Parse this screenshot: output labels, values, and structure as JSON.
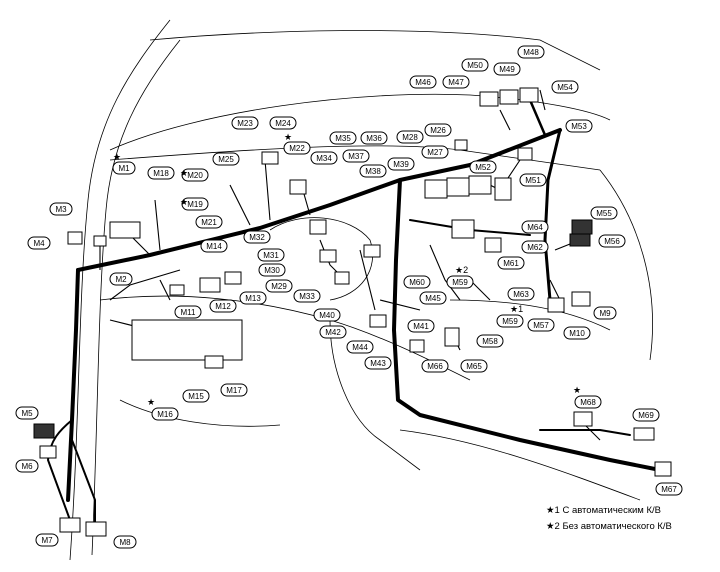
{
  "connectors": [
    {
      "label": "M1"
    },
    {
      "label": "M2"
    },
    {
      "label": "M3"
    },
    {
      "label": "M4"
    },
    {
      "label": "M5"
    },
    {
      "label": "M6"
    },
    {
      "label": "M7"
    },
    {
      "label": "M8"
    },
    {
      "label": "M9"
    },
    {
      "label": "M10"
    },
    {
      "label": "M11"
    },
    {
      "label": "M12"
    },
    {
      "label": "M13"
    },
    {
      "label": "M14"
    },
    {
      "label": "M15"
    },
    {
      "label": "M16"
    },
    {
      "label": "M17"
    },
    {
      "label": "M18"
    },
    {
      "label": "M19"
    },
    {
      "label": "M20"
    },
    {
      "label": "M21"
    },
    {
      "label": "M22"
    },
    {
      "label": "M23"
    },
    {
      "label": "M24"
    },
    {
      "label": "M25"
    },
    {
      "label": "M26"
    },
    {
      "label": "M27"
    },
    {
      "label": "M28"
    },
    {
      "label": "M29"
    },
    {
      "label": "M30"
    },
    {
      "label": "M31"
    },
    {
      "label": "M32"
    },
    {
      "label": "M33"
    },
    {
      "label": "M34"
    },
    {
      "label": "M35"
    },
    {
      "label": "M36"
    },
    {
      "label": "M37"
    },
    {
      "label": "M38"
    },
    {
      "label": "M39"
    },
    {
      "label": "M40"
    },
    {
      "label": "M41"
    },
    {
      "label": "M42"
    },
    {
      "label": "M43"
    },
    {
      "label": "M44"
    },
    {
      "label": "M45"
    },
    {
      "label": "M46"
    },
    {
      "label": "M47"
    },
    {
      "label": "M48"
    },
    {
      "label": "M49"
    },
    {
      "label": "M50"
    },
    {
      "label": "M51"
    },
    {
      "label": "M52"
    },
    {
      "label": "M53"
    },
    {
      "label": "M54"
    },
    {
      "label": "M55"
    },
    {
      "label": "M56"
    },
    {
      "label": "M57"
    },
    {
      "label": "M58"
    },
    {
      "label": "M59"
    },
    {
      "label": "M59"
    },
    {
      "label": "M60"
    },
    {
      "label": "M61"
    },
    {
      "label": "M62"
    },
    {
      "label": "M63"
    },
    {
      "label": "M64"
    },
    {
      "label": "M65"
    },
    {
      "label": "M66"
    },
    {
      "label": "M67"
    },
    {
      "label": "M68"
    },
    {
      "label": "M69"
    }
  ],
  "stars": [
    {
      "text": "★"
    },
    {
      "text": "★"
    },
    {
      "text": "★"
    },
    {
      "text": "★"
    },
    {
      "text": "★"
    },
    {
      "text": "★1"
    },
    {
      "text": "★2"
    },
    {
      "text": "★"
    }
  ],
  "legend": {
    "note1": "★1  С автоматическим К/В",
    "note2": "★2  Без автоматического К/В"
  }
}
